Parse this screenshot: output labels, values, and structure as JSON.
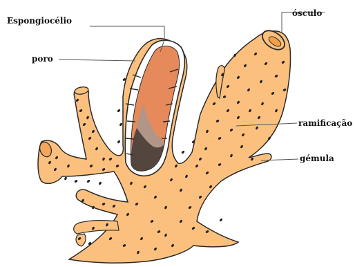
{
  "labels": {
    "espongiocelio": "Espongiocélio",
    "poro": "poro",
    "osculo": "ósculo",
    "ramificacao": "ramificação",
    "gemula": "gémula"
  },
  "colors": {
    "body_fill": "#fcc07e",
    "cavity_fill": "#e68a5c",
    "outline": "#2a2a2a",
    "pore": "#222222",
    "leader_line": "#555555"
  }
}
